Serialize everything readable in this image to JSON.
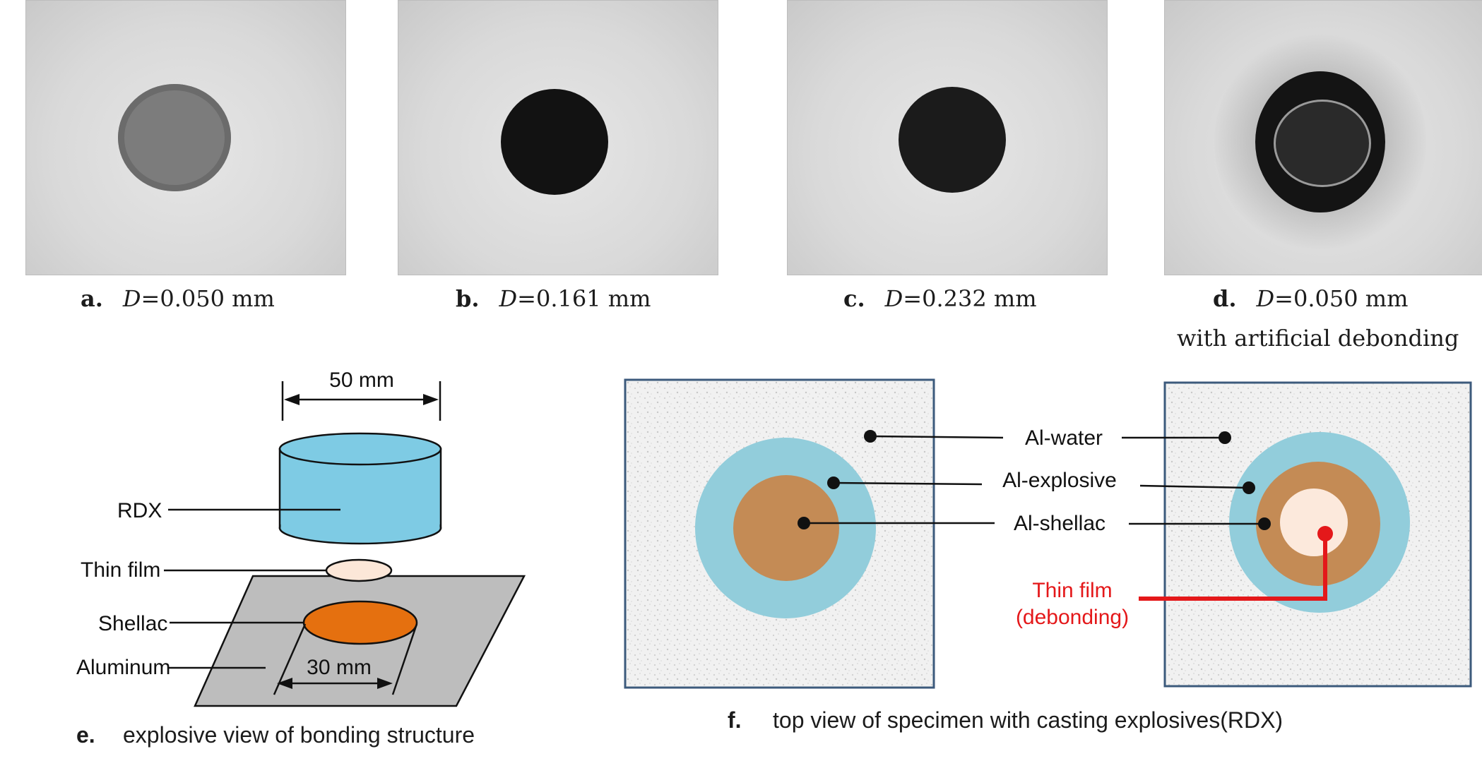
{
  "panels": {
    "a": {
      "label": "a.",
      "var": "D",
      "value": "=0.050 mm"
    },
    "b": {
      "label": "b.",
      "var": "D",
      "value": "=0.161 mm"
    },
    "c": {
      "label": "c.",
      "var": "D",
      "value": "=0.232 mm"
    },
    "d": {
      "label": "d.",
      "var": "D",
      "value": "=0.050 mm",
      "note": "with artificial debonding"
    }
  },
  "diagram_e": {
    "label": "e.",
    "caption": "explosive view of bonding structure",
    "dim_top": "50 mm",
    "dim_bottom": "30 mm",
    "labels": {
      "rdx": "RDX",
      "thin_film": "Thin film",
      "shellac": "Shellac",
      "aluminum": "Aluminum"
    },
    "colors": {
      "rdx": "#7ecbe4",
      "thin_film": "#fce7d8",
      "shellac": "#e5700f",
      "aluminum": "#bdbdbd"
    }
  },
  "diagram_f": {
    "label": "f.",
    "caption": "top view of specimen with casting explosives(RDX)",
    "labels": {
      "al_water": "Al-water",
      "al_explosive": "Al-explosive",
      "al_shellac": "Al-shellac",
      "thin_film_1": "Thin film",
      "thin_film_2": "(debonding)"
    },
    "colors": {
      "explosive": "#92cddb",
      "shellac": "#c48b55",
      "film": "#fce9dc",
      "debond": "#e4181a",
      "frame": "#3c5a7c"
    }
  }
}
